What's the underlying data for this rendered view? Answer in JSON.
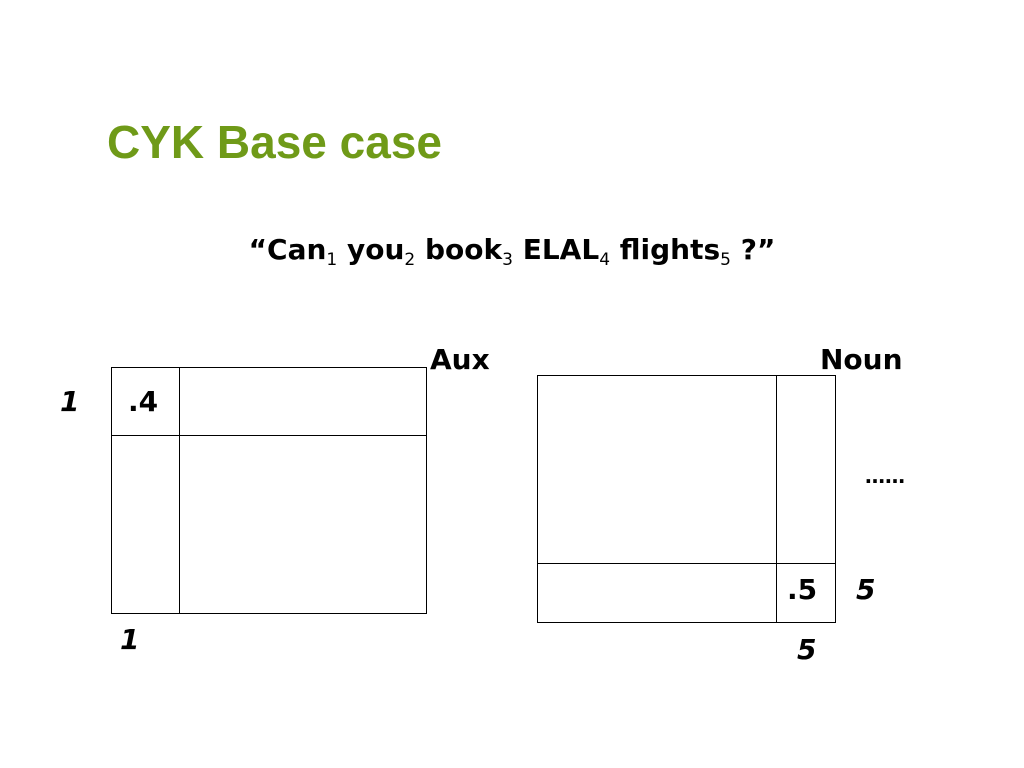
{
  "slide": {
    "title": "CYK Base case",
    "title_color": "#6f9a18",
    "sentence": {
      "open_quote": "“",
      "close_quote": "?”",
      "words": [
        {
          "word": "Can",
          "index": "1"
        },
        {
          "word": "you",
          "index": "2"
        },
        {
          "word": "book",
          "index": "3"
        },
        {
          "word": "ELAL",
          "index": "4"
        },
        {
          "word": "flights",
          "index": "5"
        }
      ]
    }
  },
  "left_chart": {
    "nonterminal": "Aux",
    "cell_value": ".4",
    "row_label": "1",
    "col_label": "1"
  },
  "right_chart": {
    "nonterminal": "Noun",
    "cell_value": ".5",
    "row_label": "5",
    "col_label": "5",
    "ellipsis": "……"
  }
}
